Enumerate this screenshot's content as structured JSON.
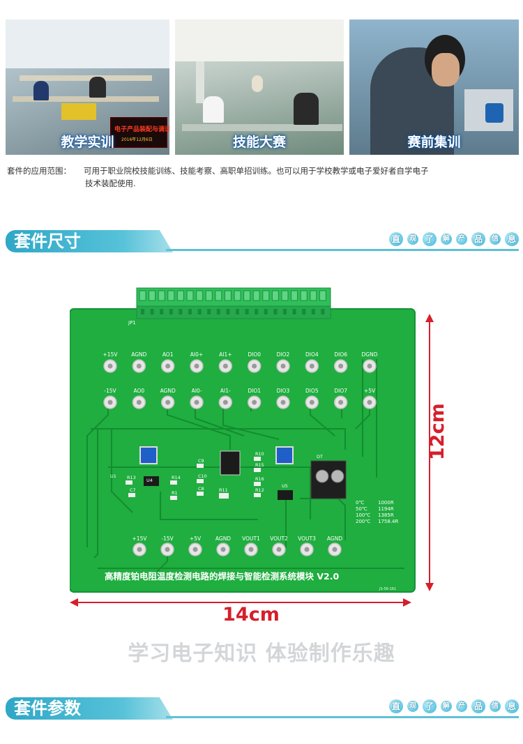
{
  "photos": [
    {
      "caption": "教学实训",
      "overlay_text": "电子产品装配与调试",
      "date_text": "2016年12月6日"
    },
    {
      "caption": "技能大赛"
    },
    {
      "caption": "赛前集训"
    }
  ],
  "scope": {
    "label": "套件的应用范围：",
    "line1": "可用于职业院校技能训练、技能考察、高职单招训练。也可以用于学校教学或电子爱好者自学电子",
    "line2": "技术装配使用."
  },
  "section_size": {
    "title": "套件尺寸",
    "info_chars": [
      "直",
      "观",
      "了",
      "解",
      "产",
      "品",
      "信",
      "息"
    ]
  },
  "section_params": {
    "title": "套件参数",
    "info_chars": [
      "直",
      "观",
      "了",
      "解",
      "产",
      "品",
      "信",
      "息"
    ]
  },
  "board": {
    "connector_label": "JP1",
    "top_pins": [
      "+15V",
      "AGND",
      "AO1",
      "AI0+",
      "AI1+",
      "DIO0",
      "DIO2",
      "DIO4",
      "DIO6",
      "DGND"
    ],
    "second_pins": [
      "-15V",
      "AO0",
      "AGND",
      "AI0-",
      "AI1-",
      "DIO1",
      "DIO3",
      "DIO5",
      "DIO7",
      "+5V"
    ],
    "bottom_pins": [
      "+15V",
      "-15V",
      "+5V",
      "AGND",
      "VOUT1",
      "VOUT2",
      "VOUT3",
      "AGND"
    ],
    "components": [
      "U1",
      "R13",
      "U4",
      "R14",
      "C7",
      "R1",
      "C9",
      "C10",
      "C8",
      "R11",
      "R10",
      "R15",
      "R16",
      "R12",
      "U5",
      "DT"
    ],
    "temp_table": [
      [
        "0℃",
        "1000R"
      ],
      [
        "50℃",
        "1194R"
      ],
      [
        "100℃",
        "1385R"
      ],
      [
        "200℃",
        "1758.4R"
      ]
    ],
    "title": "高精度铂电阻温度检测电路的焊接与智能检测系统模块 V2.0",
    "code": "JS-56-161"
  },
  "dimensions": {
    "height": "12cm",
    "width": "14cm"
  },
  "slogan": "学习电子知识 体验制作乐趣",
  "colors": {
    "pcb": "#1fae3f",
    "trace": "#148c30",
    "pad": "#e6e6e6",
    "dimension": "#d61f2b",
    "accent": "#3ab2cf"
  }
}
